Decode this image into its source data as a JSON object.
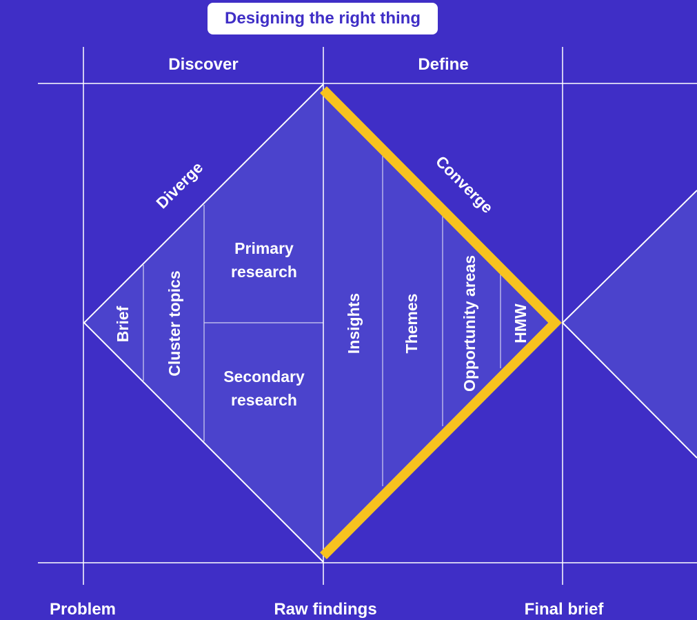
{
  "title": "Designing the right thing",
  "phases": {
    "discover": "Discover",
    "define": "Define"
  },
  "edges": {
    "diverge": "Diverge",
    "converge": "Converge"
  },
  "discover_blocks": {
    "brief": "Brief",
    "cluster_topics": "Cluster topics",
    "primary_research": [
      "Primary",
      "research"
    ],
    "secondary_research": [
      "Secondary",
      "research"
    ]
  },
  "define_blocks": {
    "insights": "Insights",
    "themes": "Themes",
    "opportunity_areas": "Opportunity areas",
    "hmw": "HMW"
  },
  "milestones": {
    "problem": "Problem",
    "raw_findings": "Raw findings",
    "final_brief": "Final brief"
  },
  "colors": {
    "background": "#3f2ec6",
    "diamond_fill": "#4b43cc",
    "line": "#ffffff",
    "highlight": "#f7c21f"
  }
}
